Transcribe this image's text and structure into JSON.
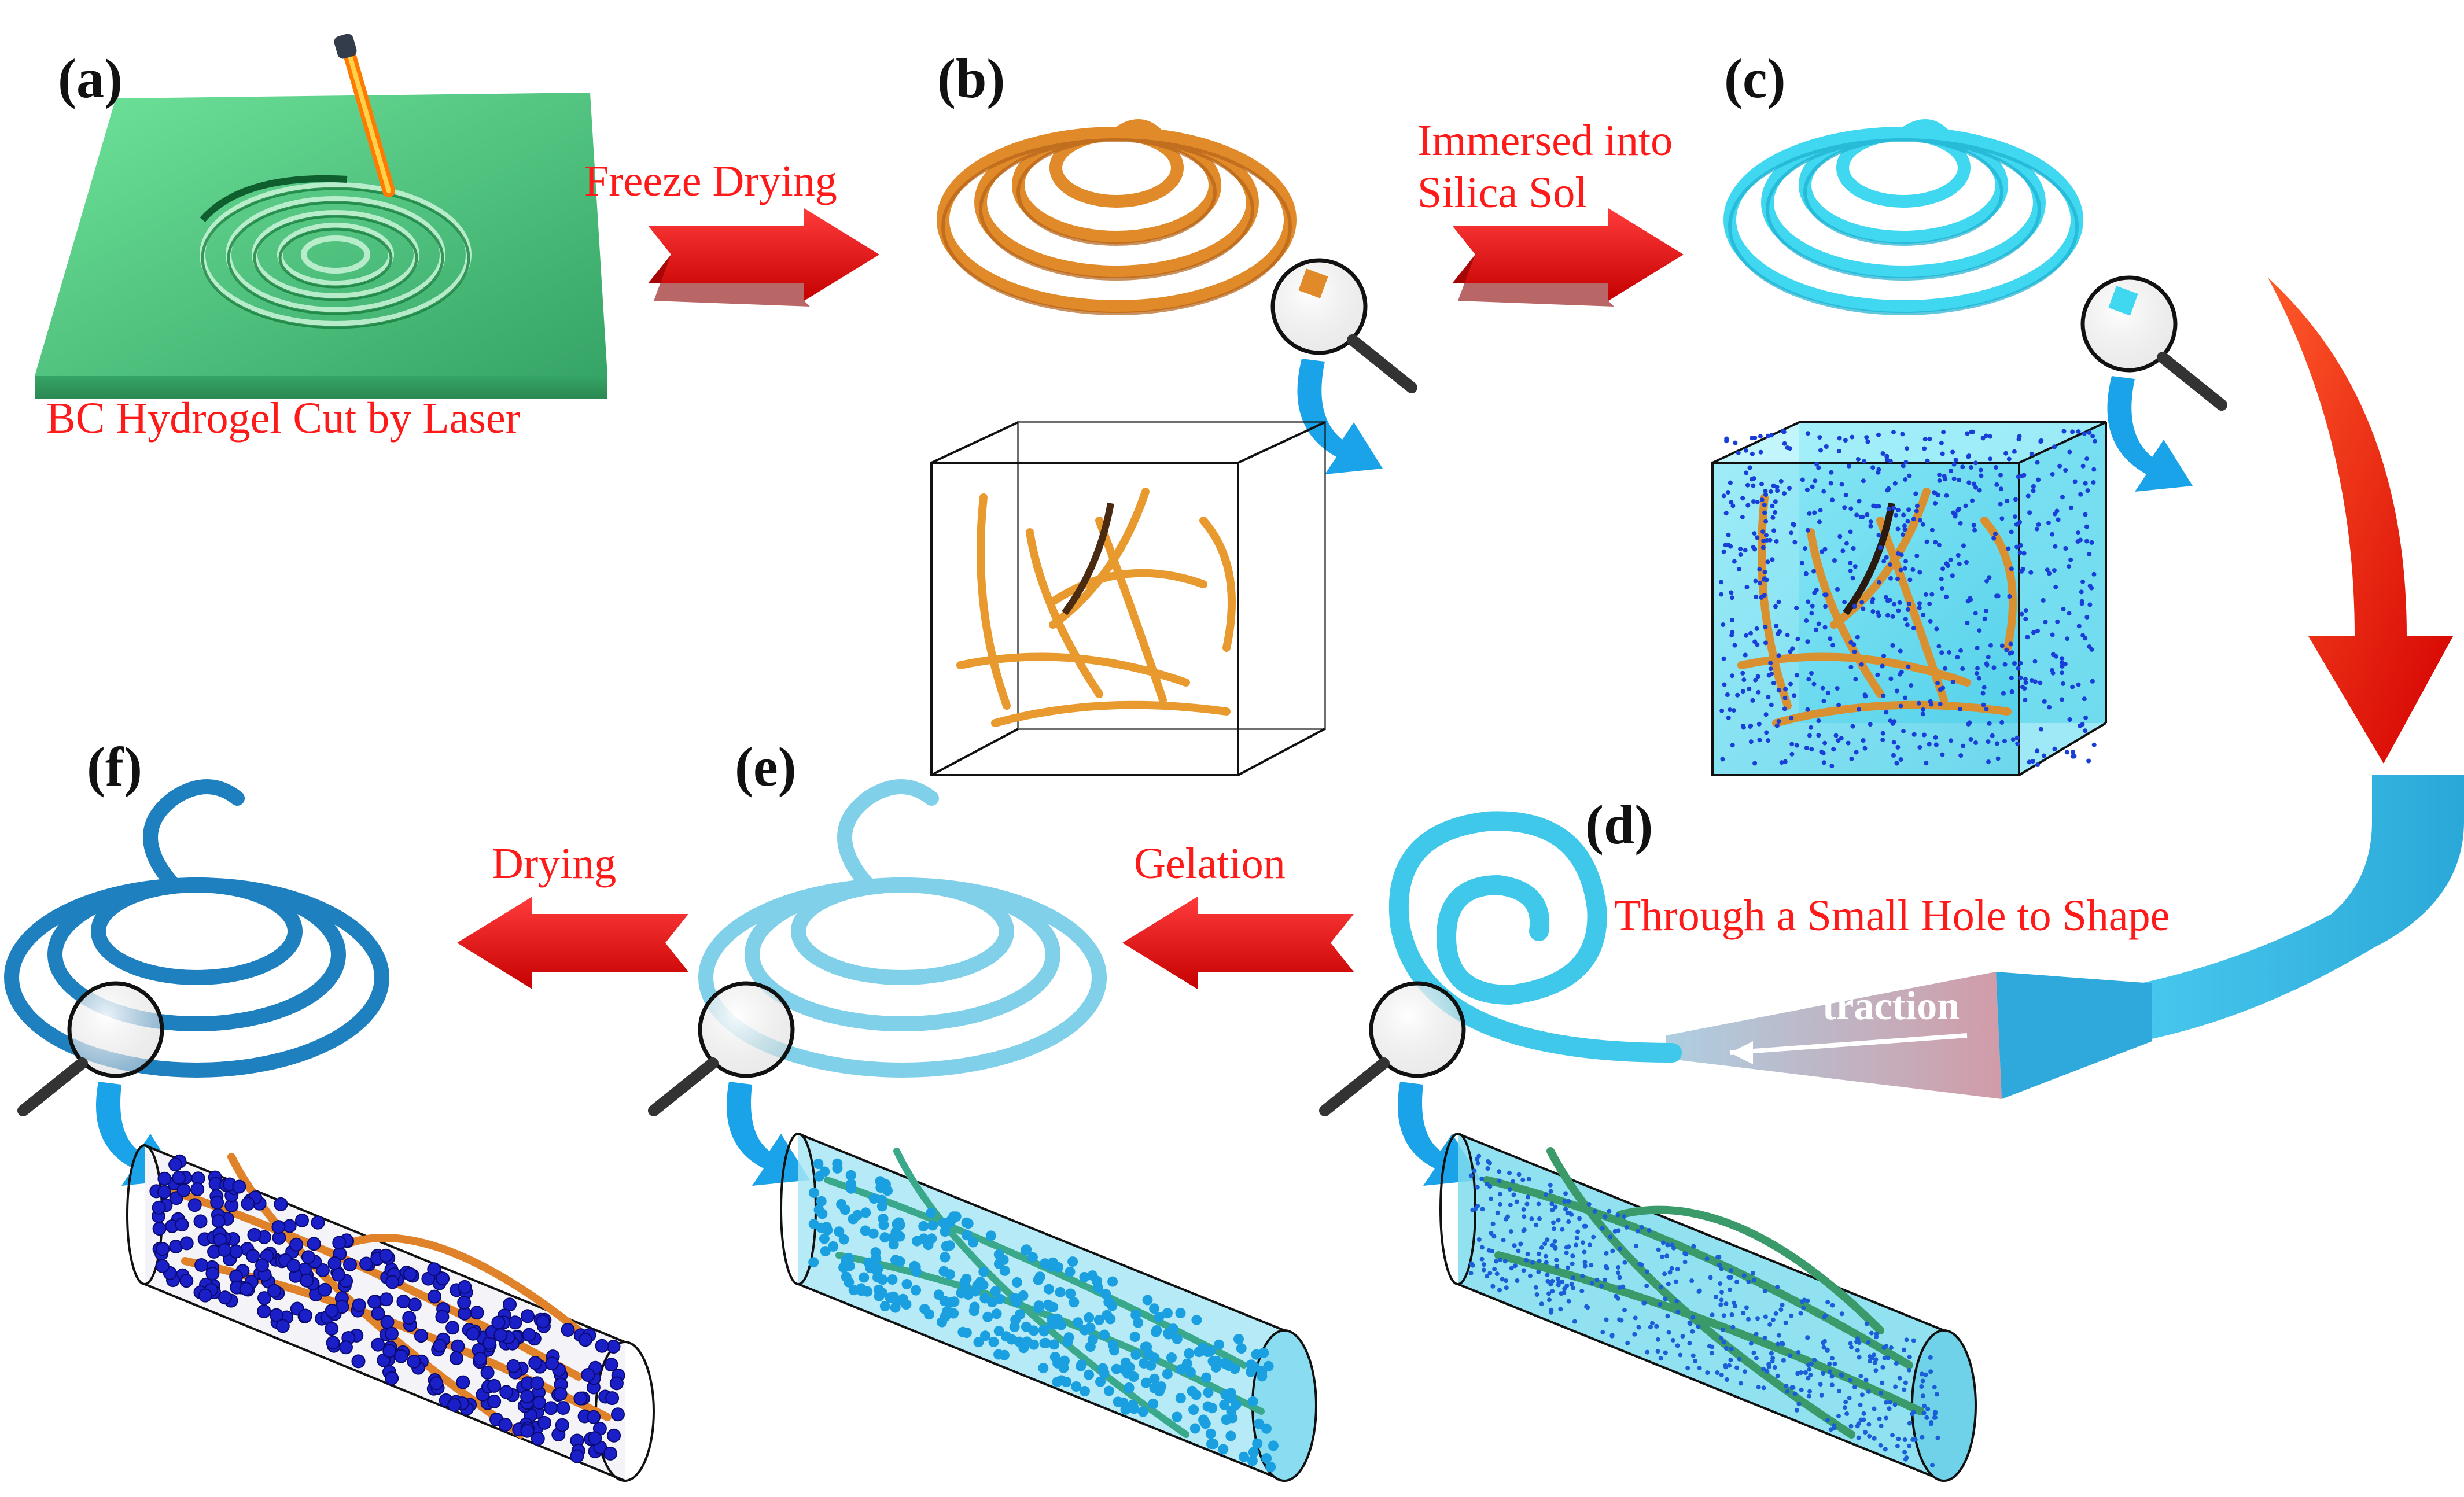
{
  "panels": {
    "a": "(a)",
    "b": "(b)",
    "c": "(c)",
    "d": "(d)",
    "e": "(e)",
    "f": "(f)"
  },
  "captions": {
    "a_caption": "BC Hydrogel Cut by Laser",
    "freeze_drying": "Freeze Drying",
    "immersed_line1": "Immersed into",
    "immersed_line2": "Silica Sol",
    "through_hole": "Through a Small Hole to Shape",
    "gelation": "Gelation",
    "drying": "Drying",
    "traction": "traction"
  },
  "colors": {
    "caption_red": "#ff1a1a",
    "hydrogel_green": "#2fc46a",
    "bc_orange": "#e08a2a",
    "sol_cyan": "#3fd8f0",
    "gel_blue": "#1f8fd0",
    "silica_dark_blue": "#1a1fb0",
    "arrow_red": "#e60000",
    "zoom_arrow_blue": "#1aa3e8"
  },
  "icons": {
    "laser": "laser-pen-icon",
    "magnifier": "magnifier-icon",
    "arrow": "red-process-arrow",
    "zoom": "blue-curved-zoom-arrow"
  }
}
